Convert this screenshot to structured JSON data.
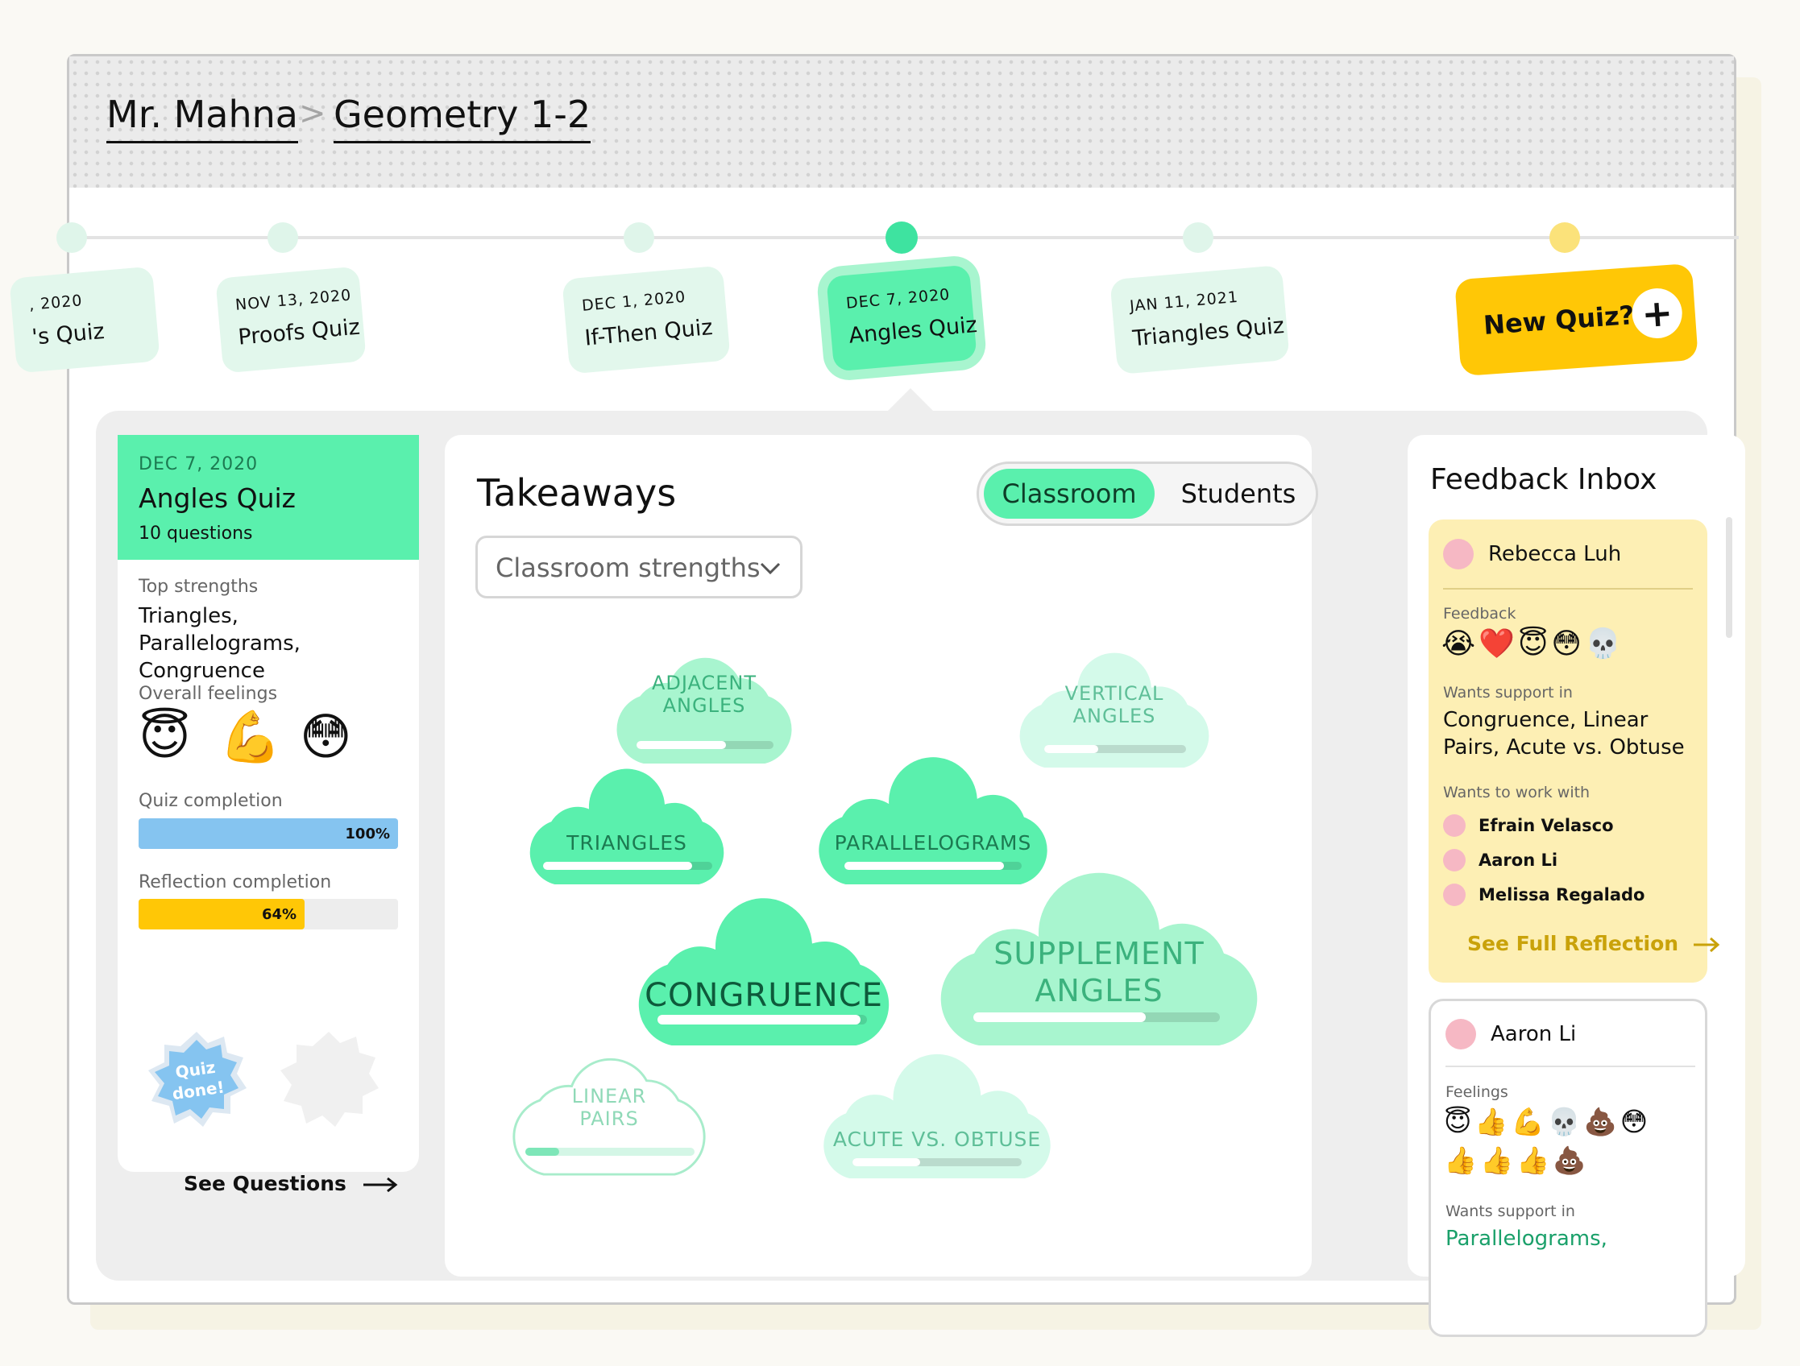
{
  "breadcrumb": {
    "teacher": "Mr. Mahna",
    "separator": ">",
    "class_name": "Geometry 1-2"
  },
  "timeline": {
    "quizzes": [
      {
        "date": ", 2020",
        "name": "'s Quiz"
      },
      {
        "date": "NOV 13, 2020",
        "name": "Proofs Quiz"
      },
      {
        "date": "DEC 1, 2020",
        "name": "If-Then Quiz"
      },
      {
        "date": "DEC 7, 2020",
        "name": "Angles Quiz",
        "active": true
      },
      {
        "date": "JAN 11, 2021",
        "name": "Triangles Quiz"
      }
    ],
    "new_quiz_label": "New Quiz?",
    "new_quiz_icon": "+"
  },
  "quiz_summary": {
    "date": "DEC 7, 2020",
    "title": "Angles Quiz",
    "question_count": "10 questions",
    "top_strengths_label": "Top strengths",
    "top_strengths": "Triangles, Parallelograms, Congruence",
    "overall_feelings_label": "Overall feelings",
    "feelings_emojis": [
      "😇",
      "💪",
      "😳"
    ],
    "quiz_completion_label": "Quiz completion",
    "quiz_completion": "100%",
    "reflection_completion_label": "Reflection completion",
    "reflection_completion": "64%",
    "badge_done_label": "Quiz\ndone!",
    "see_questions_label": "See Questions",
    "colors": {
      "quiz_bar": "#85c4f0",
      "reflection_bar": "#ffc706"
    }
  },
  "takeaways": {
    "title": "Takeaways",
    "toggle": {
      "classroom": "Classroom",
      "students": "Students",
      "selected": "Classroom"
    },
    "dropdown": {
      "value": "Classroom strengths",
      "icon": "chevron-down-icon"
    },
    "topics": [
      {
        "label": "ADJACENT\nANGLES",
        "progress": 0.65
      },
      {
        "label": "VERTICAL\nANGLES",
        "progress": 0.38
      },
      {
        "label": "TRIANGLES",
        "progress": 0.88
      },
      {
        "label": "PARALLELOGRAMS",
        "progress": 0.9
      },
      {
        "label": "CONGRUENCE",
        "progress": 0.97
      },
      {
        "label": "SUPPLEMENT\nANGLES",
        "progress": 0.7
      },
      {
        "label": "LINEAR\nPAIRS",
        "progress": 0.2
      },
      {
        "label": "ACUTE VS. OBTUSE",
        "progress": 0.4
      }
    ]
  },
  "feedback_inbox": {
    "title": "Feedback Inbox",
    "cards": [
      {
        "name": "Rebecca Luh",
        "feedback_label": "Feedback",
        "feedback_emojis": "😭❤️😇😳💀",
        "support_label": "Wants support in",
        "support": "Congruence, Linear Pairs, Acute vs. Obtuse",
        "work_with_label": "Wants to work with",
        "work_with": [
          "Efrain Velasco",
          "Aaron Li",
          "Melissa Regalado"
        ],
        "see_full_label": "See Full Reflection"
      },
      {
        "name": "Aaron Li",
        "feelings_label": "Feelings",
        "feelings_row1": "😇👍💪💀💩😳",
        "feelings_row2": "👍👍👍💩",
        "support_label": "Wants support in",
        "support": "Parallelograms,"
      }
    ]
  }
}
